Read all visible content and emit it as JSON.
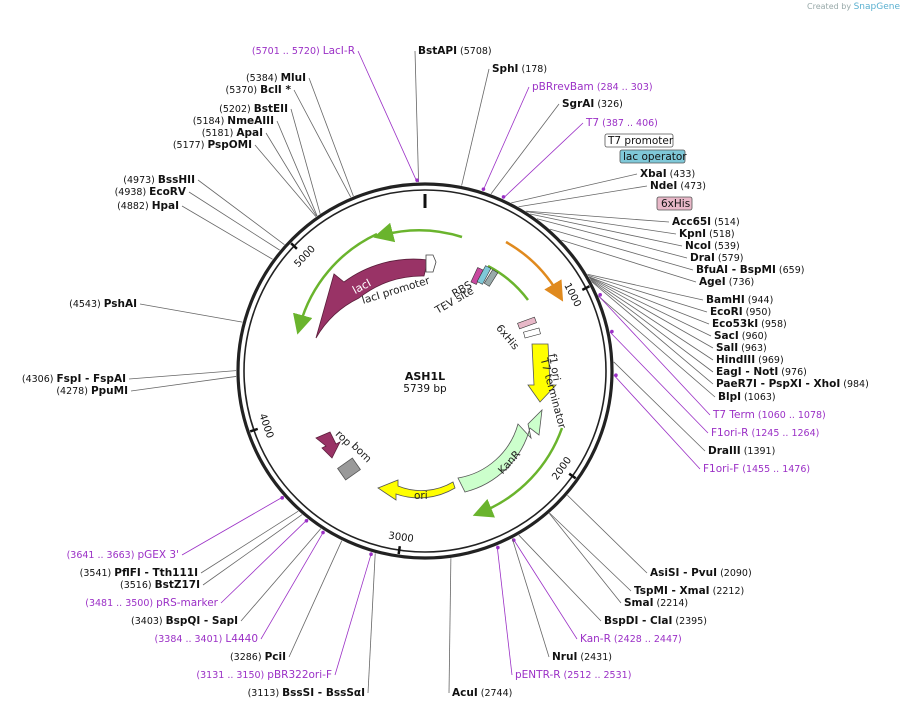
{
  "credit": {
    "prefix": "Created by",
    "brand": "SnapGene"
  },
  "plasmid": {
    "name": "ASH1L",
    "size": "5739 bp",
    "length": 5739
  },
  "colors": {
    "enzyme": "#111111",
    "primer": "#9b30c6",
    "lacI": "#993366",
    "promoter_arrow": "#ffffff",
    "green_arc": "#6ab42d",
    "orange_arc": "#e08a1e",
    "f1ori": "#ffff00",
    "KanR": "#ccffcc",
    "ori": "#ffff00",
    "rop": "#993366",
    "bom": "#999999",
    "lac_operator_box": "#7fc8d8",
    "his_box": "#e8b8c8"
  },
  "ticks": [
    {
      "label": "1000",
      "pos": 1000
    },
    {
      "label": "2000",
      "pos": 2000
    },
    {
      "label": "3000",
      "pos": 3000
    },
    {
      "label": "4000",
      "pos": 4000
    },
    {
      "label": "5000",
      "pos": 5000
    }
  ],
  "features": [
    {
      "label": "lacI",
      "type": "lacI"
    },
    {
      "label": "lacI promoter",
      "type": "promoter"
    },
    {
      "label": "RBS",
      "type": "small"
    },
    {
      "label": "TEV site",
      "type": "small"
    },
    {
      "label": "6xHis",
      "type": "small"
    },
    {
      "label": "T7 terminator",
      "type": "small"
    },
    {
      "label": "f1 ori",
      "type": "f1ori"
    },
    {
      "label": "KanR",
      "type": "KanR"
    },
    {
      "label": "ori",
      "type": "ori"
    },
    {
      "label": "rop",
      "type": "rop"
    },
    {
      "label": "bom",
      "type": "bom"
    }
  ],
  "boxed_labels": [
    {
      "text": "T7 promoter",
      "style": "white"
    },
    {
      "text": "lac operator",
      "style": "blue"
    },
    {
      "text": "6xHis",
      "style": "pink"
    }
  ],
  "enzymes_right": [
    {
      "name": "BstAPI",
      "pos": "(5708)",
      "kind": "enzyme"
    },
    {
      "name": "SphI",
      "pos": "(178)",
      "kind": "enzyme"
    },
    {
      "name": "pBRrevBam",
      "pos": "(284 .. 303)",
      "kind": "primer"
    },
    {
      "name": "SgrAI",
      "pos": "(326)",
      "kind": "enzyme"
    },
    {
      "name": "T7",
      "pos": "(387 .. 406)",
      "kind": "primer"
    },
    {
      "name": "XbaI",
      "pos": "(433)",
      "kind": "enzyme"
    },
    {
      "name": "NdeI",
      "pos": "(473)",
      "kind": "enzyme"
    },
    {
      "name": "Acc65I",
      "pos": "(514)",
      "kind": "enzyme"
    },
    {
      "name": "KpnI",
      "pos": "(518)",
      "kind": "enzyme"
    },
    {
      "name": "NcoI",
      "pos": "(539)",
      "kind": "enzyme"
    },
    {
      "name": "DraI",
      "pos": "(579)",
      "kind": "enzyme"
    },
    {
      "name": "BfuAI - BspMI",
      "pos": "(659)",
      "kind": "enzyme"
    },
    {
      "name": "AgeI",
      "pos": "(736)",
      "kind": "enzyme"
    },
    {
      "name": "BamHI",
      "pos": "(944)",
      "kind": "enzyme"
    },
    {
      "name": "EcoRI",
      "pos": "(950)",
      "kind": "enzyme"
    },
    {
      "name": "Eco53kI",
      "pos": "(958)",
      "kind": "enzyme"
    },
    {
      "name": "SacI",
      "pos": "(960)",
      "kind": "enzyme"
    },
    {
      "name": "SalI",
      "pos": "(963)",
      "kind": "enzyme"
    },
    {
      "name": "HindIII",
      "pos": "(969)",
      "kind": "enzyme"
    },
    {
      "name": "EagI - NotI",
      "pos": "(976)",
      "kind": "enzyme"
    },
    {
      "name": "PaeR7I - PspXI - XhoI",
      "pos": "(984)",
      "kind": "enzyme"
    },
    {
      "name": "BlpI",
      "pos": "(1063)",
      "kind": "enzyme"
    },
    {
      "name": "T7 Term",
      "pos": "(1060 .. 1078)",
      "kind": "primer"
    },
    {
      "name": "F1ori-R",
      "pos": "(1245 .. 1264)",
      "kind": "primer"
    },
    {
      "name": "DraIII",
      "pos": "(1391)",
      "kind": "enzyme"
    },
    {
      "name": "F1ori-F",
      "pos": "(1455 .. 1476)",
      "kind": "primer"
    },
    {
      "name": "AsiSI - PvuI",
      "pos": "(2090)",
      "kind": "enzyme"
    },
    {
      "name": "TspMI - XmaI",
      "pos": "(2212)",
      "kind": "enzyme"
    },
    {
      "name": "SmaI",
      "pos": "(2214)",
      "kind": "enzyme"
    },
    {
      "name": "BspDI - ClaI",
      "pos": "(2395)",
      "kind": "enzyme"
    },
    {
      "name": "Kan-R",
      "pos": "(2428 .. 2447)",
      "kind": "primer"
    },
    {
      "name": "NruI",
      "pos": "(2431)",
      "kind": "enzyme"
    },
    {
      "name": "pENTR-R",
      "pos": "(2512 .. 2531)",
      "kind": "primer"
    },
    {
      "name": "AcuI",
      "pos": "(2744)",
      "kind": "enzyme"
    }
  ],
  "enzymes_left": [
    {
      "name": "LacI-R",
      "pos": "(5701 .. 5720)",
      "kind": "primer"
    },
    {
      "name": "MluI",
      "pos": "(5384)",
      "kind": "enzyme"
    },
    {
      "name": "BclI *",
      "pos": "(5370)",
      "kind": "enzyme"
    },
    {
      "name": "BstEII",
      "pos": "(5202)",
      "kind": "enzyme"
    },
    {
      "name": "NmeAIII",
      "pos": "(5184)",
      "kind": "enzyme"
    },
    {
      "name": "ApaI",
      "pos": "(5181)",
      "kind": "enzyme"
    },
    {
      "name": "PspOMI",
      "pos": "(5177)",
      "kind": "enzyme"
    },
    {
      "name": "BssHII",
      "pos": "(4973)",
      "kind": "enzyme"
    },
    {
      "name": "EcoRV",
      "pos": "(4938)",
      "kind": "enzyme"
    },
    {
      "name": "HpaI",
      "pos": "(4882)",
      "kind": "enzyme"
    },
    {
      "name": "PshAI",
      "pos": "(4543)",
      "kind": "enzyme"
    },
    {
      "name": "FspI - FspAI",
      "pos": "(4306)",
      "kind": "enzyme"
    },
    {
      "name": "PpuMI",
      "pos": "(4278)",
      "kind": "enzyme"
    },
    {
      "name": "pGEX 3'",
      "pos": "(3641 .. 3663)",
      "kind": "primer"
    },
    {
      "name": "PflFI - Tth111I",
      "pos": "(3541)",
      "kind": "enzyme"
    },
    {
      "name": "BstZ17I",
      "pos": "(3516)",
      "kind": "enzyme"
    },
    {
      "name": "pRS-marker",
      "pos": "(3481 .. 3500)",
      "kind": "primer"
    },
    {
      "name": "BspQI - SapI",
      "pos": "(3403)",
      "kind": "enzyme"
    },
    {
      "name": "L4440",
      "pos": "(3384 .. 3401)",
      "kind": "primer"
    },
    {
      "name": "PciI",
      "pos": "(3286)",
      "kind": "enzyme"
    },
    {
      "name": "pBR322ori-F",
      "pos": "(3131 .. 3150)",
      "kind": "primer"
    },
    {
      "name": "BssSI - BssSαI",
      "pos": "(3113)",
      "kind": "enzyme"
    }
  ]
}
